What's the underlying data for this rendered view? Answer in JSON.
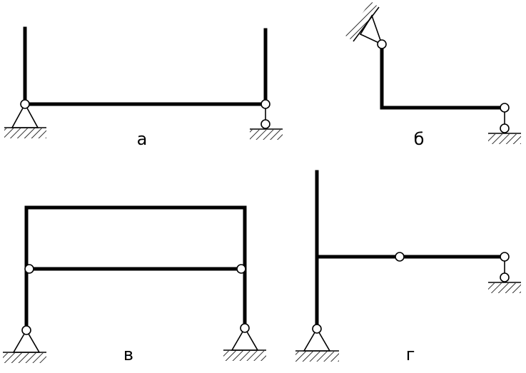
{
  "figures": [
    {
      "id": "a",
      "label": "а"
    },
    {
      "id": "b",
      "label": "б"
    },
    {
      "id": "v",
      "label": "в"
    },
    {
      "id": "g",
      "label": "г"
    }
  ],
  "colors": {
    "line": "#000000",
    "background": "#ffffff"
  }
}
